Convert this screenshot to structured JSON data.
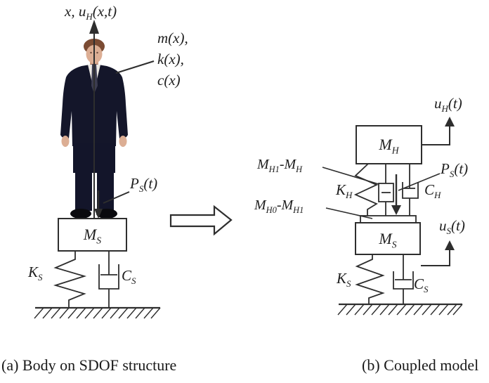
{
  "figure": {
    "caption_a": "(a) Body on SDOF structure",
    "caption_b": "(b) Coupled model"
  },
  "left": {
    "axis_label": {
      "p0": "x, u",
      "s0": "H",
      "p1": "(x,t)"
    },
    "distributed": {
      "line1": "m(x),",
      "line2": "k(x),",
      "line3": "c(x)"
    },
    "force": {
      "p0": "P",
      "s0": "S",
      "p1": "(t)"
    },
    "mass_structure": {
      "p0": "M",
      "s0": "S"
    },
    "stiffness_structure": {
      "p0": "K",
      "s0": "S"
    },
    "damping_structure": {
      "p0": "C",
      "s0": "S"
    }
  },
  "right": {
    "disp_human": {
      "p0": "u",
      "s0": "H",
      "p1": "(t)"
    },
    "mass_human": {
      "p0": "M",
      "s0": "H"
    },
    "mass_diff_top": {
      "p0": "M",
      "s0": "H1",
      "p1": "-M",
      "s1": "H"
    },
    "stiffness_human": {
      "p0": "K",
      "s0": "H"
    },
    "force": {
      "p0": "P",
      "s0": "S",
      "p1": "(t)"
    },
    "damping_human": {
      "p0": "C",
      "s0": "H"
    },
    "mass_diff_bottom": {
      "p0": "M",
      "s0": "H0",
      "p1": "-M",
      "s1": "H1"
    },
    "mass_structure": {
      "p0": "M",
      "s0": "S"
    },
    "disp_structure": {
      "p0": "u",
      "s0": "S",
      "p1": "(t)"
    },
    "stiffness_structure": {
      "p0": "K",
      "s0": "S"
    },
    "damping_structure": {
      "p0": "C",
      "s0": "S"
    }
  },
  "colors": {
    "line": "#2e2e2e",
    "suit": "#14162a",
    "skin": "#dcae94",
    "hair": "#7b4b33",
    "shirt": "#ece9e4",
    "tie": "#3c3c50",
    "shoe": "#0a0a0e"
  }
}
